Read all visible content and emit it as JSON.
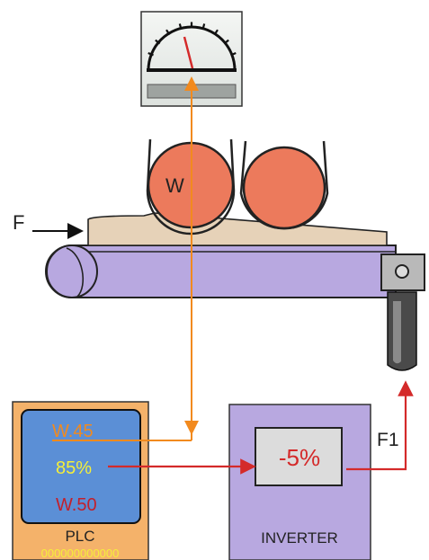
{
  "labels": {
    "weight": "W",
    "feed": "F",
    "inverter_output": "F1",
    "plc": "PLC",
    "inverter": "INVERTER"
  },
  "plc_screen": {
    "line1": "W.45",
    "line2": "85%",
    "line3": "W.50",
    "status_row": "000000000000"
  },
  "inverter_display": "-5%",
  "colors": {
    "roller": "#ec7a5c",
    "conveyor": "#b8a8e0",
    "plc_body": "#f4b26a",
    "plc_screen": "#5b8fd6",
    "inverter_body": "#b8a8e0",
    "orange_signal": "#f28a1e",
    "red_signal": "#d42a2a",
    "yellow_text": "#f5ef3a",
    "dark_red_text": "#c2202c"
  }
}
